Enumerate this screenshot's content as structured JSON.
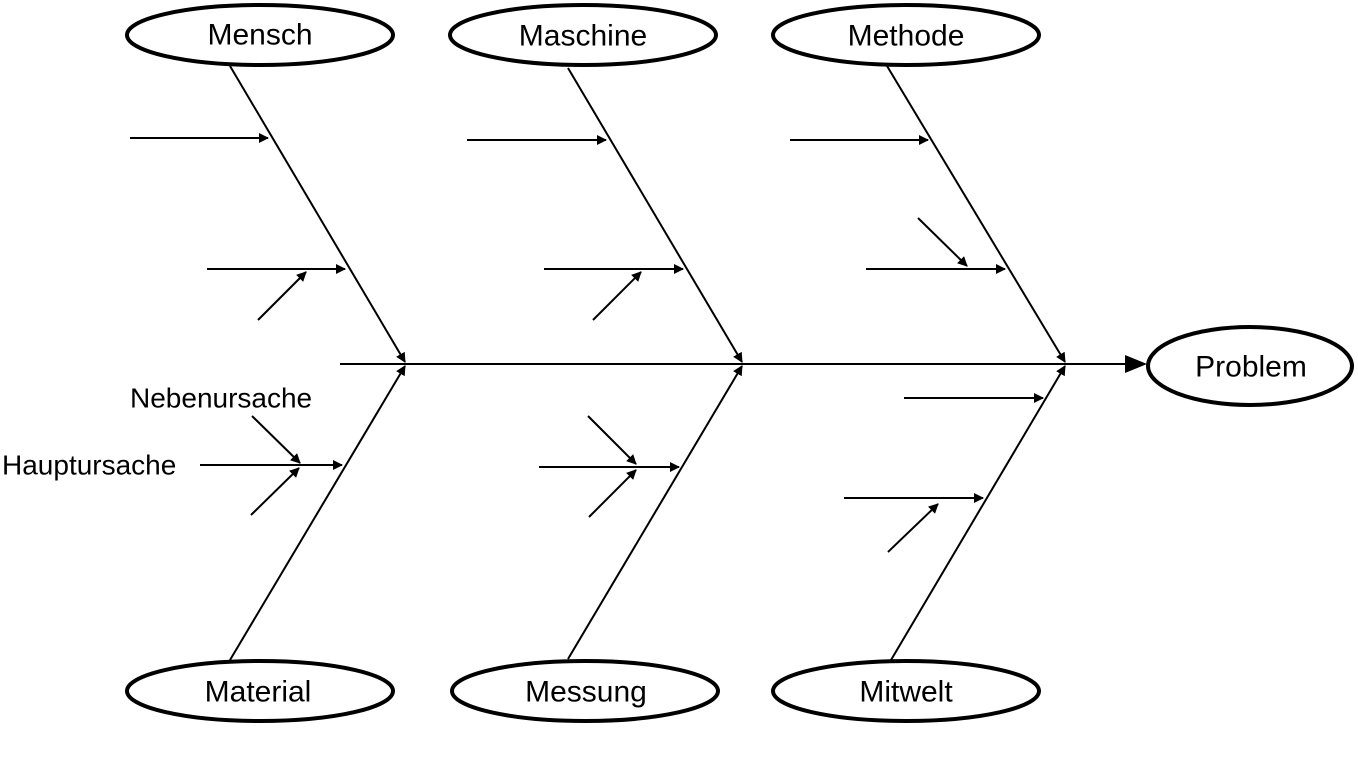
{
  "diagram": {
    "type": "fishbone",
    "line_color": "#000000",
    "background_color": "#ffffff",
    "effect": "Problem",
    "categories_top": [
      "Mensch",
      "Maschine",
      "Methode"
    ],
    "categories_bottom": [
      "Material",
      "Messung",
      "Mitwelt"
    ],
    "annotations": {
      "secondary_cause": "Nebenursache",
      "main_cause": "Hauptursache"
    }
  }
}
